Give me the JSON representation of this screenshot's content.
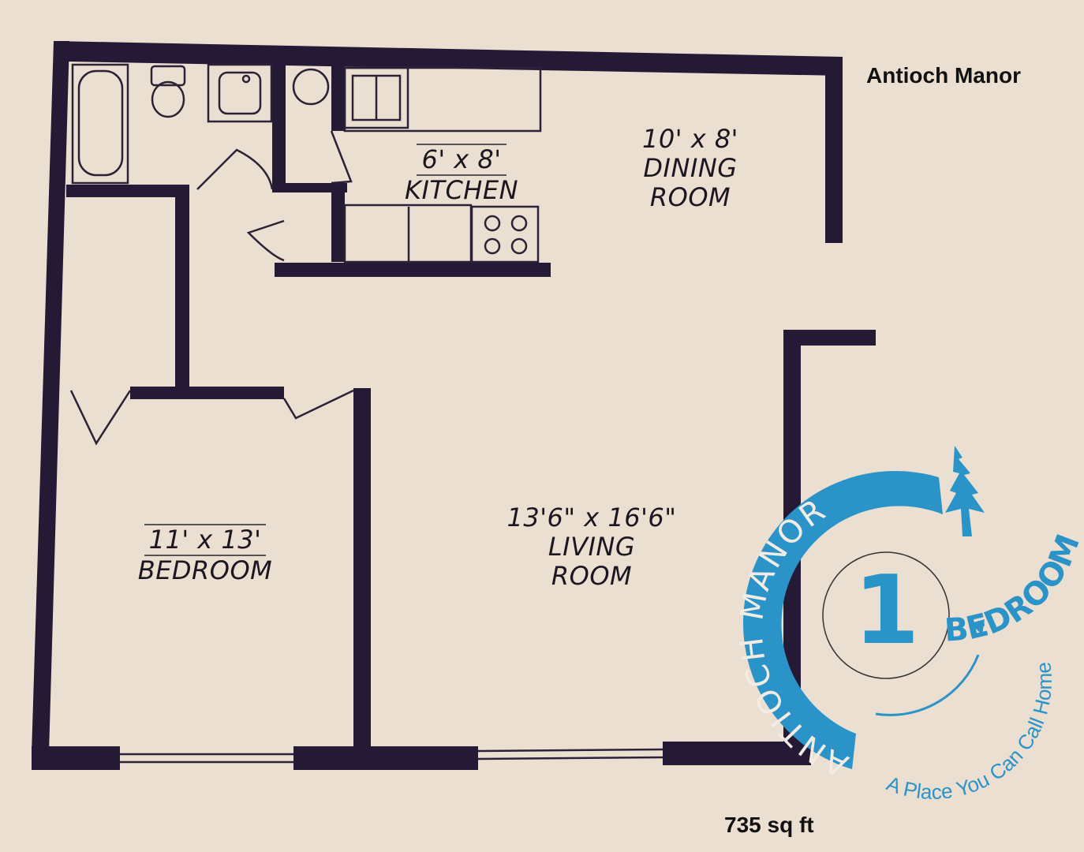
{
  "header": {
    "title": "Antioch Manor"
  },
  "rooms": [
    {
      "name": "KITCHEN",
      "size": "6' x 8'"
    },
    {
      "name": "DINING ROOM",
      "name_line1": "DINING",
      "name_line2": "ROOM",
      "size": "10' x 8'"
    },
    {
      "name": "LIVING ROOM",
      "name_line1": "LIVING",
      "name_line2": "ROOM",
      "size": "13'6\" x 16'6\""
    },
    {
      "name": "BEDROOM",
      "size": "11' x 13'"
    }
  ],
  "footer": {
    "area": "735 sq ft"
  },
  "logo": {
    "ring_text": "ANTIOCH MANOR",
    "number": "1",
    "unit_type": "BEDROOM",
    "tagline": "A Place You Can Call Home",
    "icon": "pine-tree-icon"
  },
  "colors": {
    "wall": "#241a35",
    "paper": "#ebdfd1",
    "logo_blue": "#2a93c8"
  }
}
